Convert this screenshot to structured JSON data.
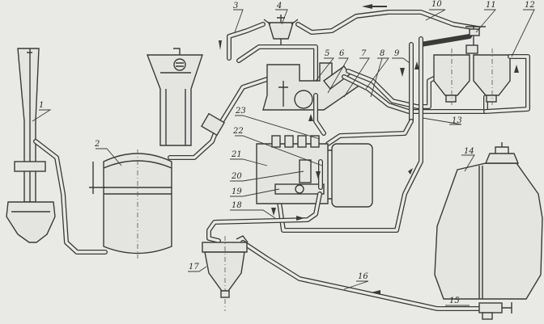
{
  "diagram": {
    "labels": {
      "l1": "1",
      "l2": "2",
      "l3": "3",
      "l4": "4",
      "l5": "5",
      "l6": "6",
      "l7": "7",
      "l8": "8",
      "l9": "9",
      "l10": "10",
      "l11": "11",
      "l12": "12",
      "l13": "13",
      "l14": "14",
      "l15": "15",
      "l16": "16",
      "l17": "17",
      "l18": "18",
      "l19": "19",
      "l20": "20",
      "l21": "21",
      "l22": "22",
      "l23": "23"
    }
  }
}
